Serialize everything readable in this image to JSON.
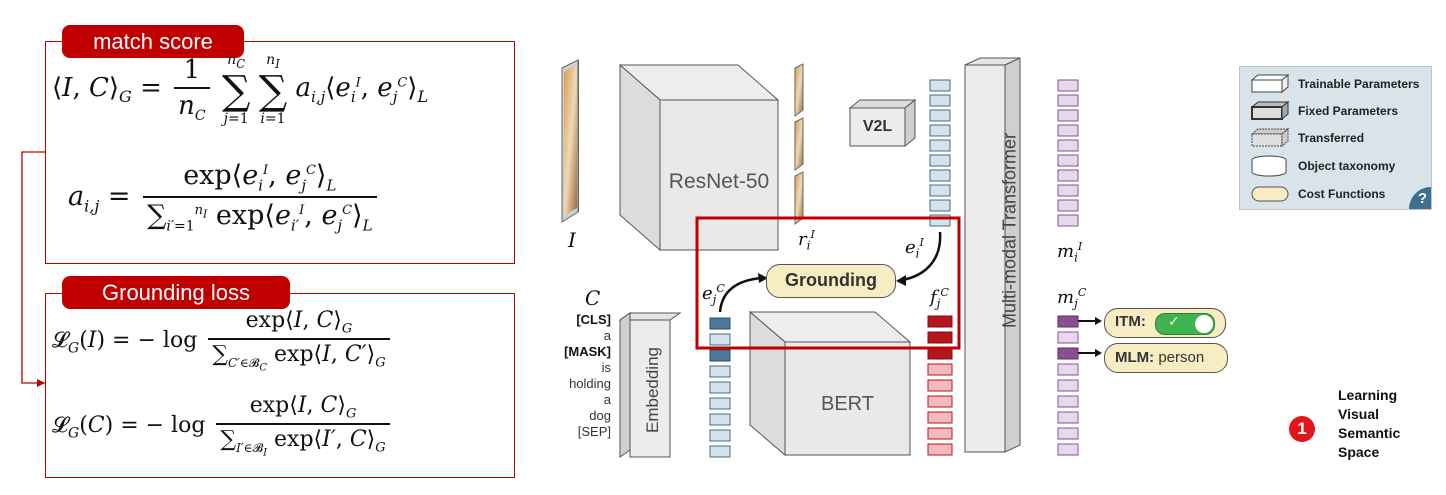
{
  "left_panel": {
    "match_score_label": "match score",
    "grounding_loss_label": "Grounding loss"
  },
  "diagram": {
    "resnet_label": "ResNet-50",
    "v2l_label": "V2L",
    "grounding_label": "Grounding",
    "embedding_label": "Embedding",
    "bert_label": "BERT",
    "transformer_label": "Multi-modal Transformer",
    "image_symbol": "I",
    "caption_symbol": "C",
    "caption_tokens": [
      "[CLS]",
      "a",
      "[MASK]",
      "is",
      "holding",
      "a",
      "dog",
      "[SEP]"
    ],
    "itm_label": "ITM:",
    "mlm_label": "MLM:",
    "mlm_value": "person"
  },
  "legend": {
    "items": [
      {
        "label": "Trainable Parameters",
        "icon": "trainable-box-icon"
      },
      {
        "label": "Fixed Parameters",
        "icon": "fixed-box-icon"
      },
      {
        "label": "Transferred",
        "icon": "transferred-box-icon"
      },
      {
        "label": "Object taxonomy",
        "icon": "cylinder-icon"
      },
      {
        "label": "Cost Functions",
        "icon": "pill-icon"
      }
    ],
    "help_glyph": "?"
  },
  "step": {
    "number": "1",
    "text_lines": [
      "Learning",
      "Visual",
      "Semantic",
      "Space"
    ]
  },
  "colors": {
    "accent_red": "#c00000",
    "token_blue": "#4a7a96",
    "feature_light_blue": "#d3e3ee",
    "feature_red": "#b5151c",
    "feature_pink": "#f3b9bd",
    "feature_purple": "#8b4e92",
    "feature_lavender": "#ead7ef",
    "pill_fill": "#f8ecc2",
    "legend_bg": "#d9e3ea",
    "toggle_green": "#3fb34f"
  }
}
